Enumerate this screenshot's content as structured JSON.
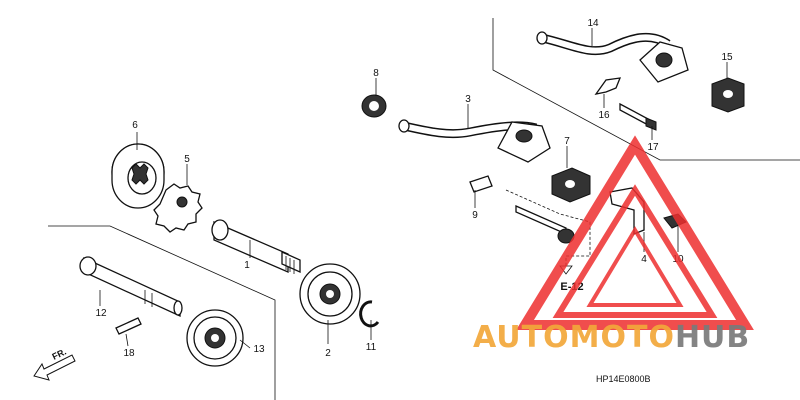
{
  "parts": [
    {
      "label": "1"
    },
    {
      "label": "2"
    },
    {
      "label": "3"
    },
    {
      "label": "4"
    },
    {
      "label": "5"
    },
    {
      "label": "6"
    },
    {
      "label": "7"
    },
    {
      "label": "8"
    },
    {
      "label": "9"
    },
    {
      "label": "10"
    },
    {
      "label": "11"
    },
    {
      "label": "12"
    },
    {
      "label": "13"
    },
    {
      "label": "14"
    },
    {
      "label": "15"
    },
    {
      "label": "16"
    },
    {
      "label": "17"
    },
    {
      "label": "18"
    }
  ],
  "reference": "E-12",
  "direction_marker": "FR.",
  "diagram_code": "HP14E0800B",
  "watermark": {
    "brand_part1": "AUTOMOTO",
    "brand_part2": "HUB",
    "color_primary": "#f3a83a",
    "color_secondary": "#7a7a7a",
    "logo_color": "#ee2f2f"
  }
}
